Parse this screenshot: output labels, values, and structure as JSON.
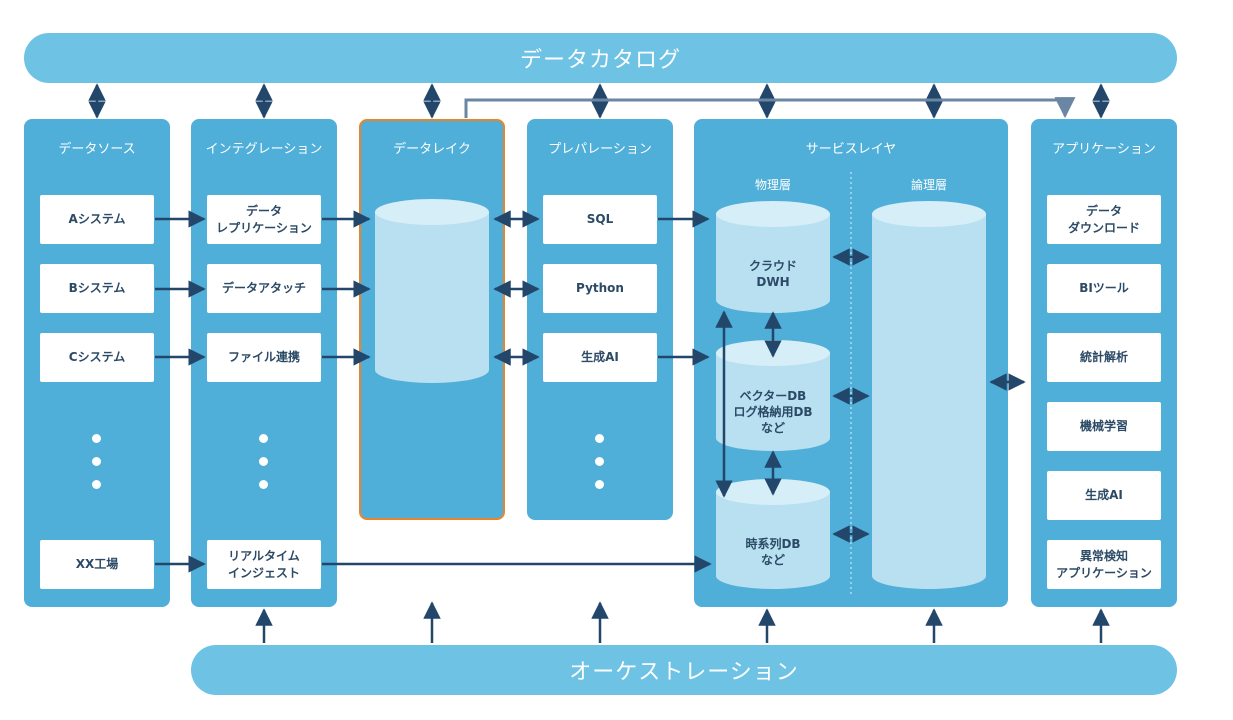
{
  "catalog_bar": "データカタログ",
  "orchestration_bar": "オーケストレーション",
  "panels": {
    "data_source": {
      "title": "データソース",
      "items": [
        "Aシステム",
        "Bシステム",
        "Cシステム",
        "XX工場"
      ]
    },
    "integration": {
      "title": "インテグレーション",
      "items": [
        "データ\nレプリケーション",
        "データアタッチ",
        "ファイル連携",
        "リアルタイム\nインジェスト"
      ]
    },
    "data_lake": {
      "title": "データレイク"
    },
    "preparation": {
      "title": "プレパレーション",
      "items": [
        "SQL",
        "Python",
        "生成AI"
      ]
    },
    "service_layer": {
      "title": "サービスレイヤ",
      "physical_label": "物理層",
      "logical_label": "論理層",
      "cylinders": [
        "クラウド\nDWH",
        "ベクターDB\nログ格納用DB\nなど",
        "時系列DB\nなど"
      ]
    },
    "application": {
      "title": "アプリケーション",
      "items": [
        "データ\nダウンロード",
        "BIツール",
        "統計解析",
        "機械学習",
        "生成AI",
        "異常検知\nアプリケーション"
      ]
    }
  },
  "colors": {
    "bar": "#6ec3e4",
    "panel": "#4fafd8",
    "arrow": "#23466b",
    "lake_border": "#e8852c",
    "cylinder": "#b9e0f0",
    "connector": "#6a86a3"
  }
}
